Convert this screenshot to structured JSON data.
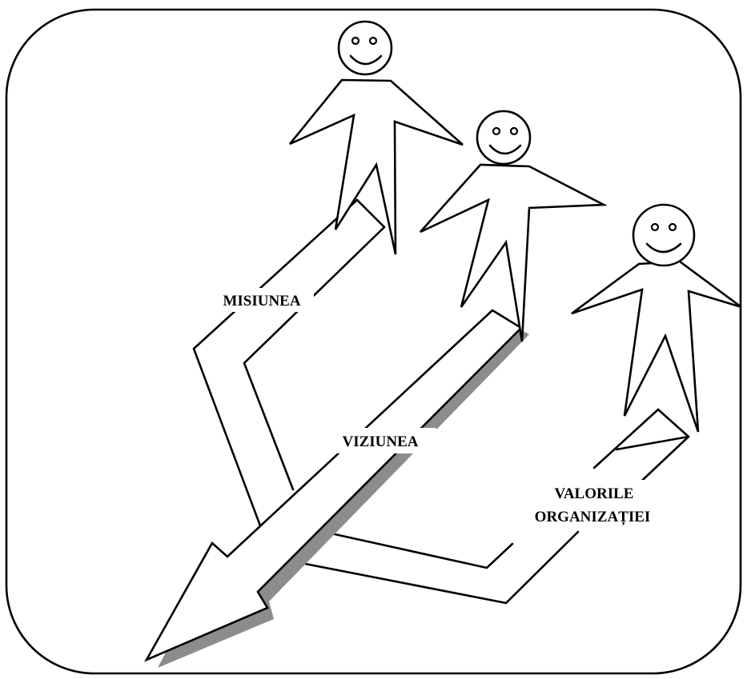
{
  "labels": {
    "mission": "MISIUNEA",
    "vision": "VIZIUNEA",
    "values_line1": "VALORILE",
    "values_line2": "ORGANIZAȚIEI"
  },
  "colors": {
    "stroke": "#000000",
    "fill": "#ffffff",
    "shadow": "#8c8c8c"
  }
}
